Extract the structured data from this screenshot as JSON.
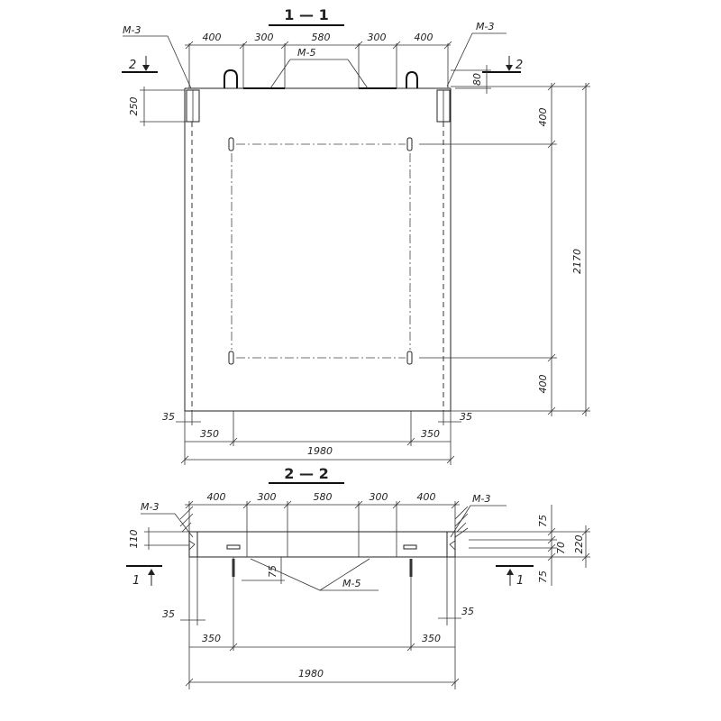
{
  "sections": {
    "section_1": {
      "title": "1 — 1",
      "marker_left": "2",
      "marker_right": "2",
      "label_m3_left": "M-3",
      "label_m3_right": "M-3",
      "label_m5": "M-5",
      "top_dims": [
        "400",
        "300",
        "580",
        "300",
        "400"
      ],
      "dim_80": "80",
      "dim_250": "250",
      "dim_400_top": "400",
      "dim_400_bottom": "400",
      "dim_2170": "2170",
      "dim_35_left": "35",
      "dim_35_right": "35",
      "dim_350_left": "350",
      "dim_350_right": "350",
      "dim_1980": "1980"
    },
    "section_2": {
      "title": "2 — 2",
      "marker_left": "1",
      "marker_right": "1",
      "label_m3_left": "M-3",
      "label_m3_right": "M-3",
      "label_m5": "M-5",
      "top_dims": [
        "400",
        "300",
        "580",
        "300",
        "400"
      ],
      "dim_110": "110",
      "dim_75_inner": "75",
      "dim_75_top": "75",
      "dim_70": "70",
      "dim_75_bottom": "75",
      "dim_220": "220",
      "dim_35_left": "35",
      "dim_35_right": "35",
      "dim_350_left": "350",
      "dim_350_right": "350",
      "dim_1980": "1980"
    }
  }
}
